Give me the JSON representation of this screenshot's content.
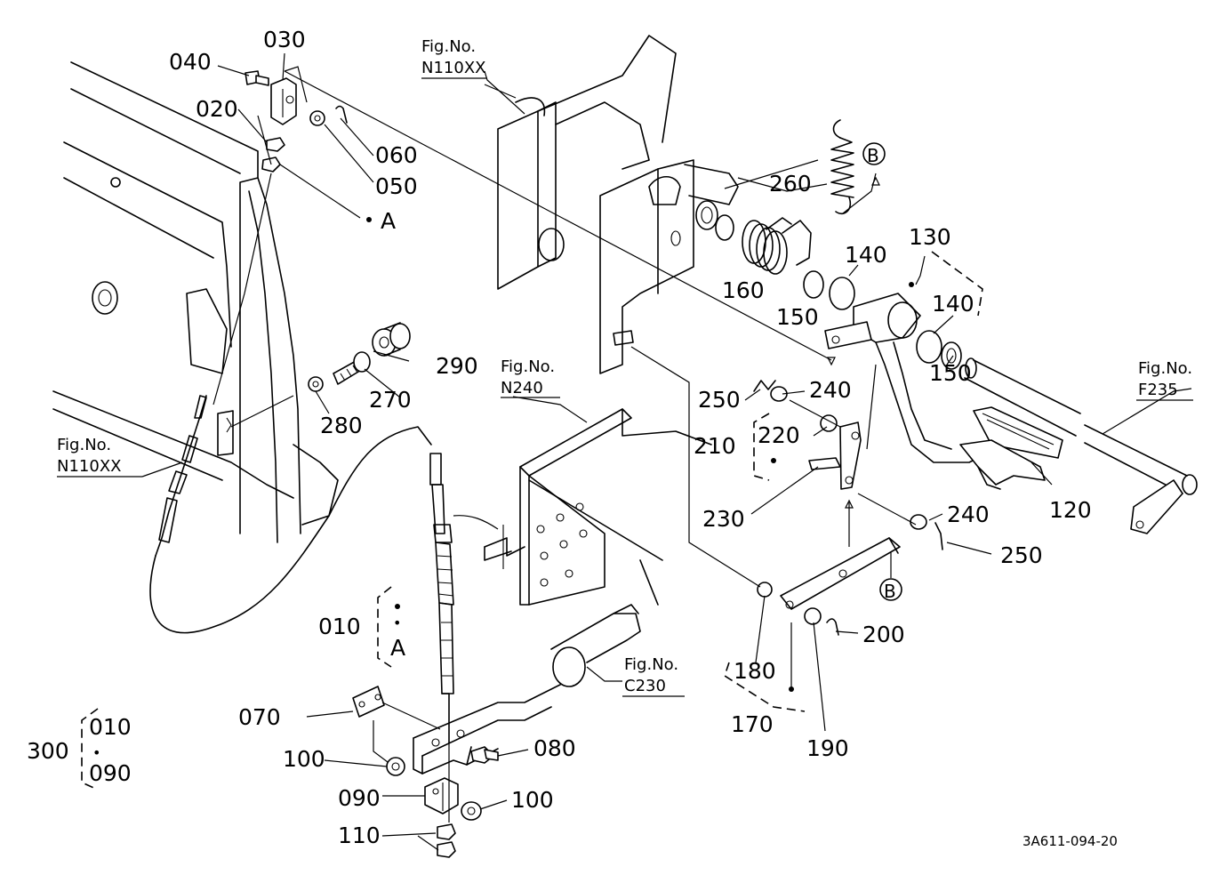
{
  "figure_refs": {
    "n110xx_top": [
      "Fig.No.",
      "N110XX"
    ],
    "n110xx_left": [
      "Fig.No.",
      "N110XX"
    ],
    "n240": [
      "Fig.No.",
      "N240"
    ],
    "c230": [
      "Fig.No.",
      "C230"
    ],
    "f235": [
      "Fig.No.",
      "F235"
    ]
  },
  "parts": {
    "p010": "010",
    "p020": "020",
    "p030": "030",
    "p040": "040",
    "p050": "050",
    "p060": "060",
    "p070": "070",
    "p080": "080",
    "p090": "090",
    "p100a": "100",
    "p100b": "100",
    "p110": "110",
    "p120": "120",
    "p130": "130",
    "p140a": "140",
    "p140b": "140",
    "p150a": "150",
    "p150b": "150",
    "p160": "160",
    "p170": "170",
    "p180": "180",
    "p190": "190",
    "p200": "200",
    "p210": "210",
    "p220": "220",
    "p230": "230",
    "p240a": "240",
    "p240b": "240",
    "p250a": "250",
    "p250b": "250",
    "p260": "260",
    "p270": "270",
    "p280": "280",
    "p290": "290",
    "p300": "300"
  },
  "assembly_300": {
    "top": "010",
    "dot": "•",
    "bottom": "090"
  },
  "assembly_010": {
    "dot": "•",
    "ref": "A"
  },
  "refs": {
    "a_top": "A",
    "b_top": "B",
    "b_mid": "B"
  },
  "drawing_code": "3A611-094-20"
}
